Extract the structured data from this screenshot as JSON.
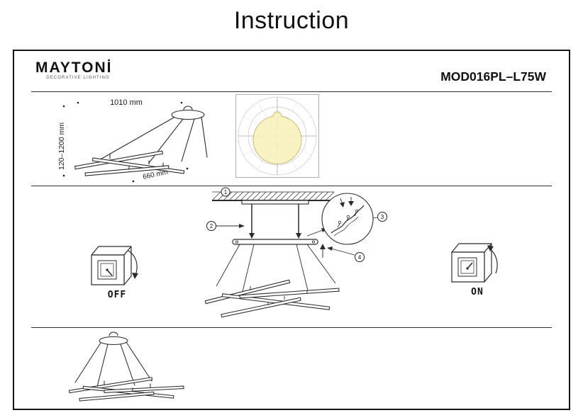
{
  "page": {
    "title": "Instruction"
  },
  "header": {
    "brand": "MAYTONİ",
    "tagline": "DECORATIVE LIGHTING",
    "model": "MOD016PL–L75W"
  },
  "dimensions": {
    "width": "1010 mm",
    "height": "120–1200 mm",
    "depth": "660 mm"
  },
  "installation": {
    "callouts": [
      "1",
      "2",
      "3",
      "4"
    ],
    "off": "OFF",
    "on": "ON"
  },
  "colors": {
    "ink": "#1a1a1a",
    "line": "#2b2b2b",
    "frame_border": "#151515",
    "photometric_fill": "#f8f1bd",
    "photometric_stroke": "#c0b26a"
  },
  "icons": {
    "switch_off": "cube-with-curved-down-arrow",
    "switch_on": "cube-with-curved-up-arrow"
  }
}
